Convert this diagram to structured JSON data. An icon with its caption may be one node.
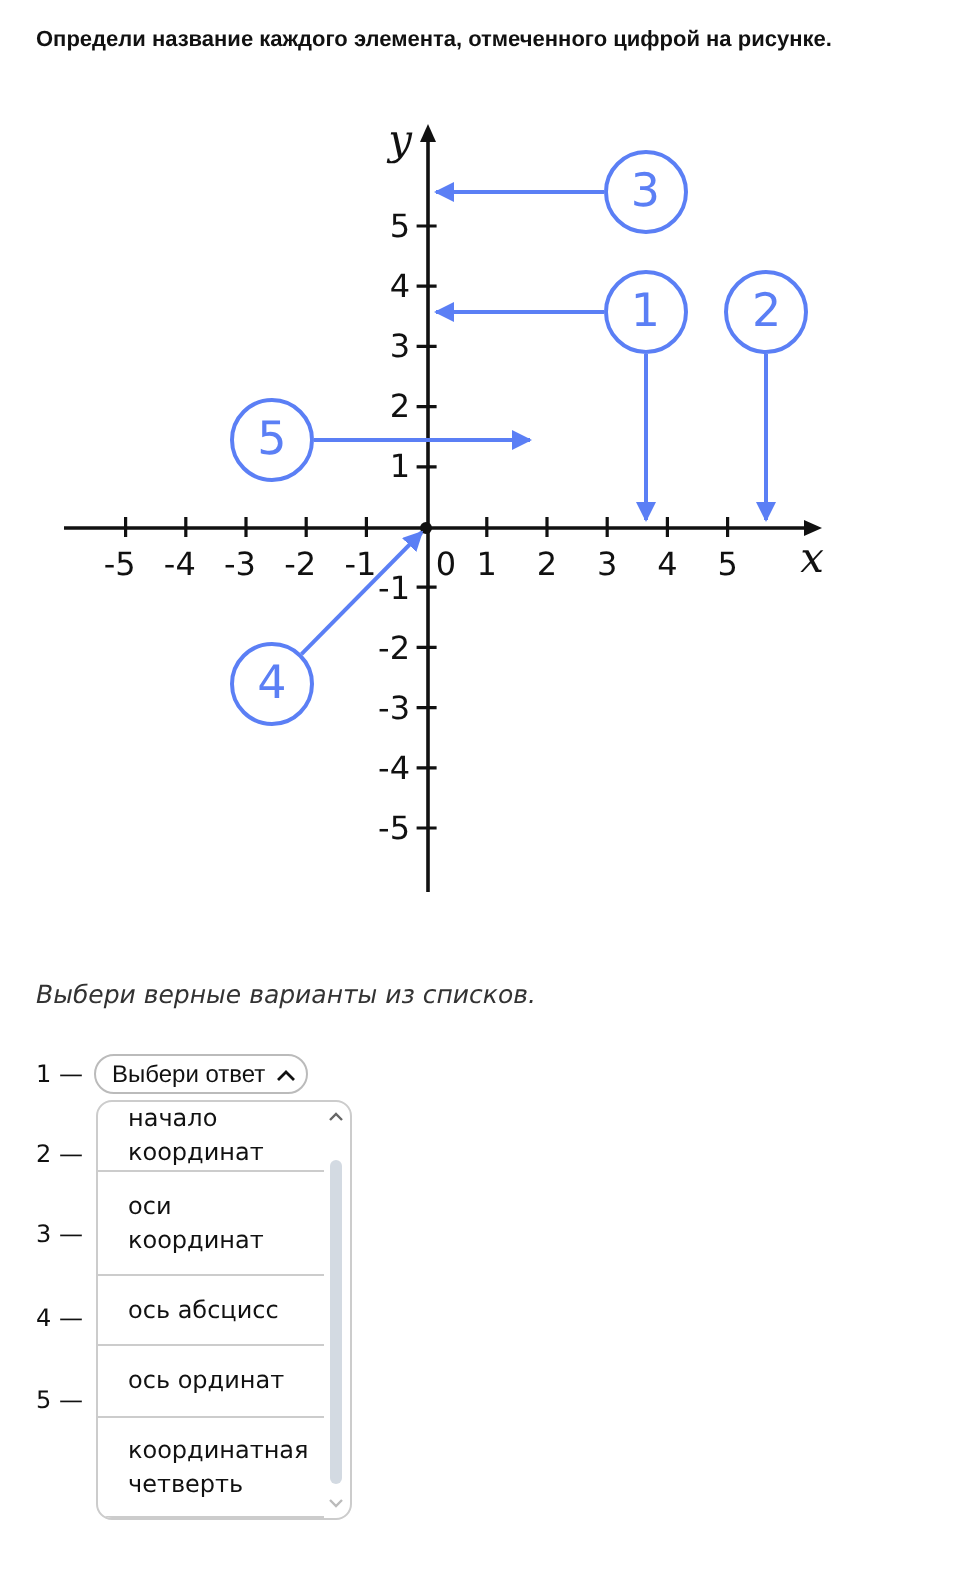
{
  "diagram": {
    "title": "Определи название каждого элемента, отмеченного цифрой на рисунке.",
    "nodes": [
      {
        "text": [
          "1"
        ]
      },
      {
        "text": [
          "2"
        ]
      },
      {
        "text": [
          "3"
        ]
      },
      {
        "text": [
          "4"
        ]
      },
      {
        "text": [
          "5"
        ]
      },
      {
        "text": [],
        "shape": "line"
      },
      {
        "text": [],
        "shape": "line"
      },
      {
        "text": [],
        "shape": "point"
      }
    ],
    "edges": [
      {
        "from": 0,
        "to": 5,
        "arrow": "to"
      },
      {
        "from": 0,
        "to": 6,
        "arrow": "to"
      },
      {
        "from": 1,
        "to": 6,
        "arrow": "to"
      },
      {
        "from": 2,
        "to": 5,
        "arrow": "to"
      },
      {
        "from": 3,
        "to": 7,
        "arrow": "to"
      },
      {
        "from": 4,
        "to": null,
        "arrow": "to"
      }
    ],
    "labels": [
      "y",
      "5",
      "4",
      "3",
      "2",
      "1",
      "-5",
      "-4",
      "-3",
      "-2",
      "-1",
      "0",
      "1",
      "2",
      "3",
      "4",
      "5",
      "x",
      "-1",
      "-2",
      "-3",
      "-4",
      "-5",
      "Выбери верные варианты из списков.",
      "1 —",
      "Выбери ответ",
      "2 —",
      "3 —",
      "4 —",
      "5 —",
      "начало координат",
      "оси координат",
      "ось абсцисс",
      "ось ординат",
      "координатная четверть"
    ]
  }
}
